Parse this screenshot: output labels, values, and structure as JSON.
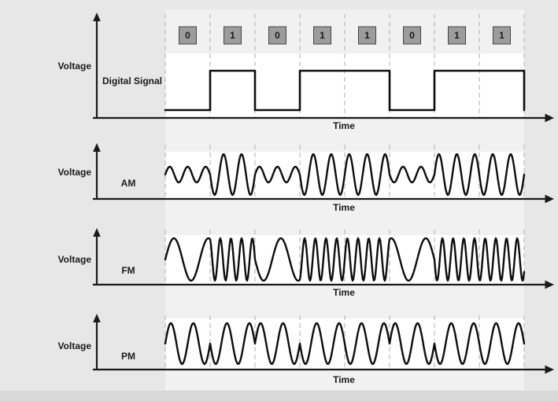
{
  "bits": [
    "0",
    "1",
    "0",
    "1",
    "1",
    "0",
    "1",
    "1"
  ],
  "panels": [
    {
      "id": "digital",
      "voltage_label": "Voltage",
      "name": "Digital Signal",
      "time_label": "Time"
    },
    {
      "id": "am",
      "voltage_label": "Voltage",
      "name": "AM",
      "time_label": "Time"
    },
    {
      "id": "fm",
      "voltage_label": "Voltage",
      "name": "FM",
      "time_label": "Time"
    },
    {
      "id": "pm",
      "voltage_label": "Voltage",
      "name": "PM",
      "time_label": "Time"
    }
  ],
  "colors": {
    "background": "#e7e7e7",
    "band": "#f1f1f1",
    "strip": "#ffffff",
    "gridline": "#bcbcbc",
    "axis": "#1a1a1a",
    "wave": "#0d0d0d",
    "bitBox": "#9c9c9c",
    "bitBoxBorder": "#454545",
    "bottomBar": "#d8d8d8"
  }
}
